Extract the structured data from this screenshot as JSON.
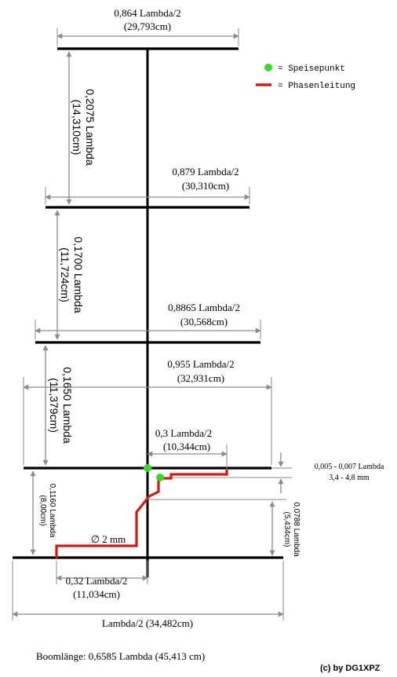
{
  "legend": {
    "feed_label": "= Speisepunkt",
    "phase_label": "= Phasenleitung",
    "feed_color": "#33dd22",
    "phase_color": "#cc1a14"
  },
  "elements": {
    "d4": {
      "line1": "0,864 Lambda/2",
      "line2": "(29,793cm)"
    },
    "d3": {
      "line1": "0,879 Lambda/2",
      "line2": "(30,310cm)"
    },
    "d2": {
      "line1": "0,8865 Lambda/2",
      "line2": "(30,568cm)"
    },
    "d1": {
      "line1": "0,955 Lambda/2",
      "line2": "(32,931cm)"
    },
    "dipole": {
      "line1": "0,3 Lambda/2",
      "line2": "(10,344cm)"
    },
    "dipole_offset": {
      "line1": "0,32 Lambda/2",
      "line2": "(11,034cm)"
    },
    "reflector": {
      "line1": "Lambda/2  (34,482cm)"
    }
  },
  "spacings": {
    "s1": {
      "line1": "0,2075 Lambda",
      "line2": "(14,310cm)"
    },
    "s2": {
      "line1": "0,1700 Lambda",
      "line2": "(11,724cm)"
    },
    "s3": {
      "line1": "0,1650 Lambda",
      "line2": "(11,379cm)"
    },
    "s4": {
      "line1": "0,1160 Lambda",
      "line2": "(8,00cm)"
    },
    "s5": {
      "line1": "0,0788 Lambda",
      "line2": "(5,434cm)"
    }
  },
  "gap": {
    "line1": "0,005 - 0,007 Lambda",
    "line2": "3,4 - 4,8 mm"
  },
  "diameter": "∅ 2 mm",
  "boom_length": "Boomlänge: 0,6585 Lambda  (45,413 cm)",
  "credit": "(c) by DG1XPZ",
  "icons": [
    "feed-point-icon",
    "phase-line-icon",
    "arrow-icon"
  ]
}
